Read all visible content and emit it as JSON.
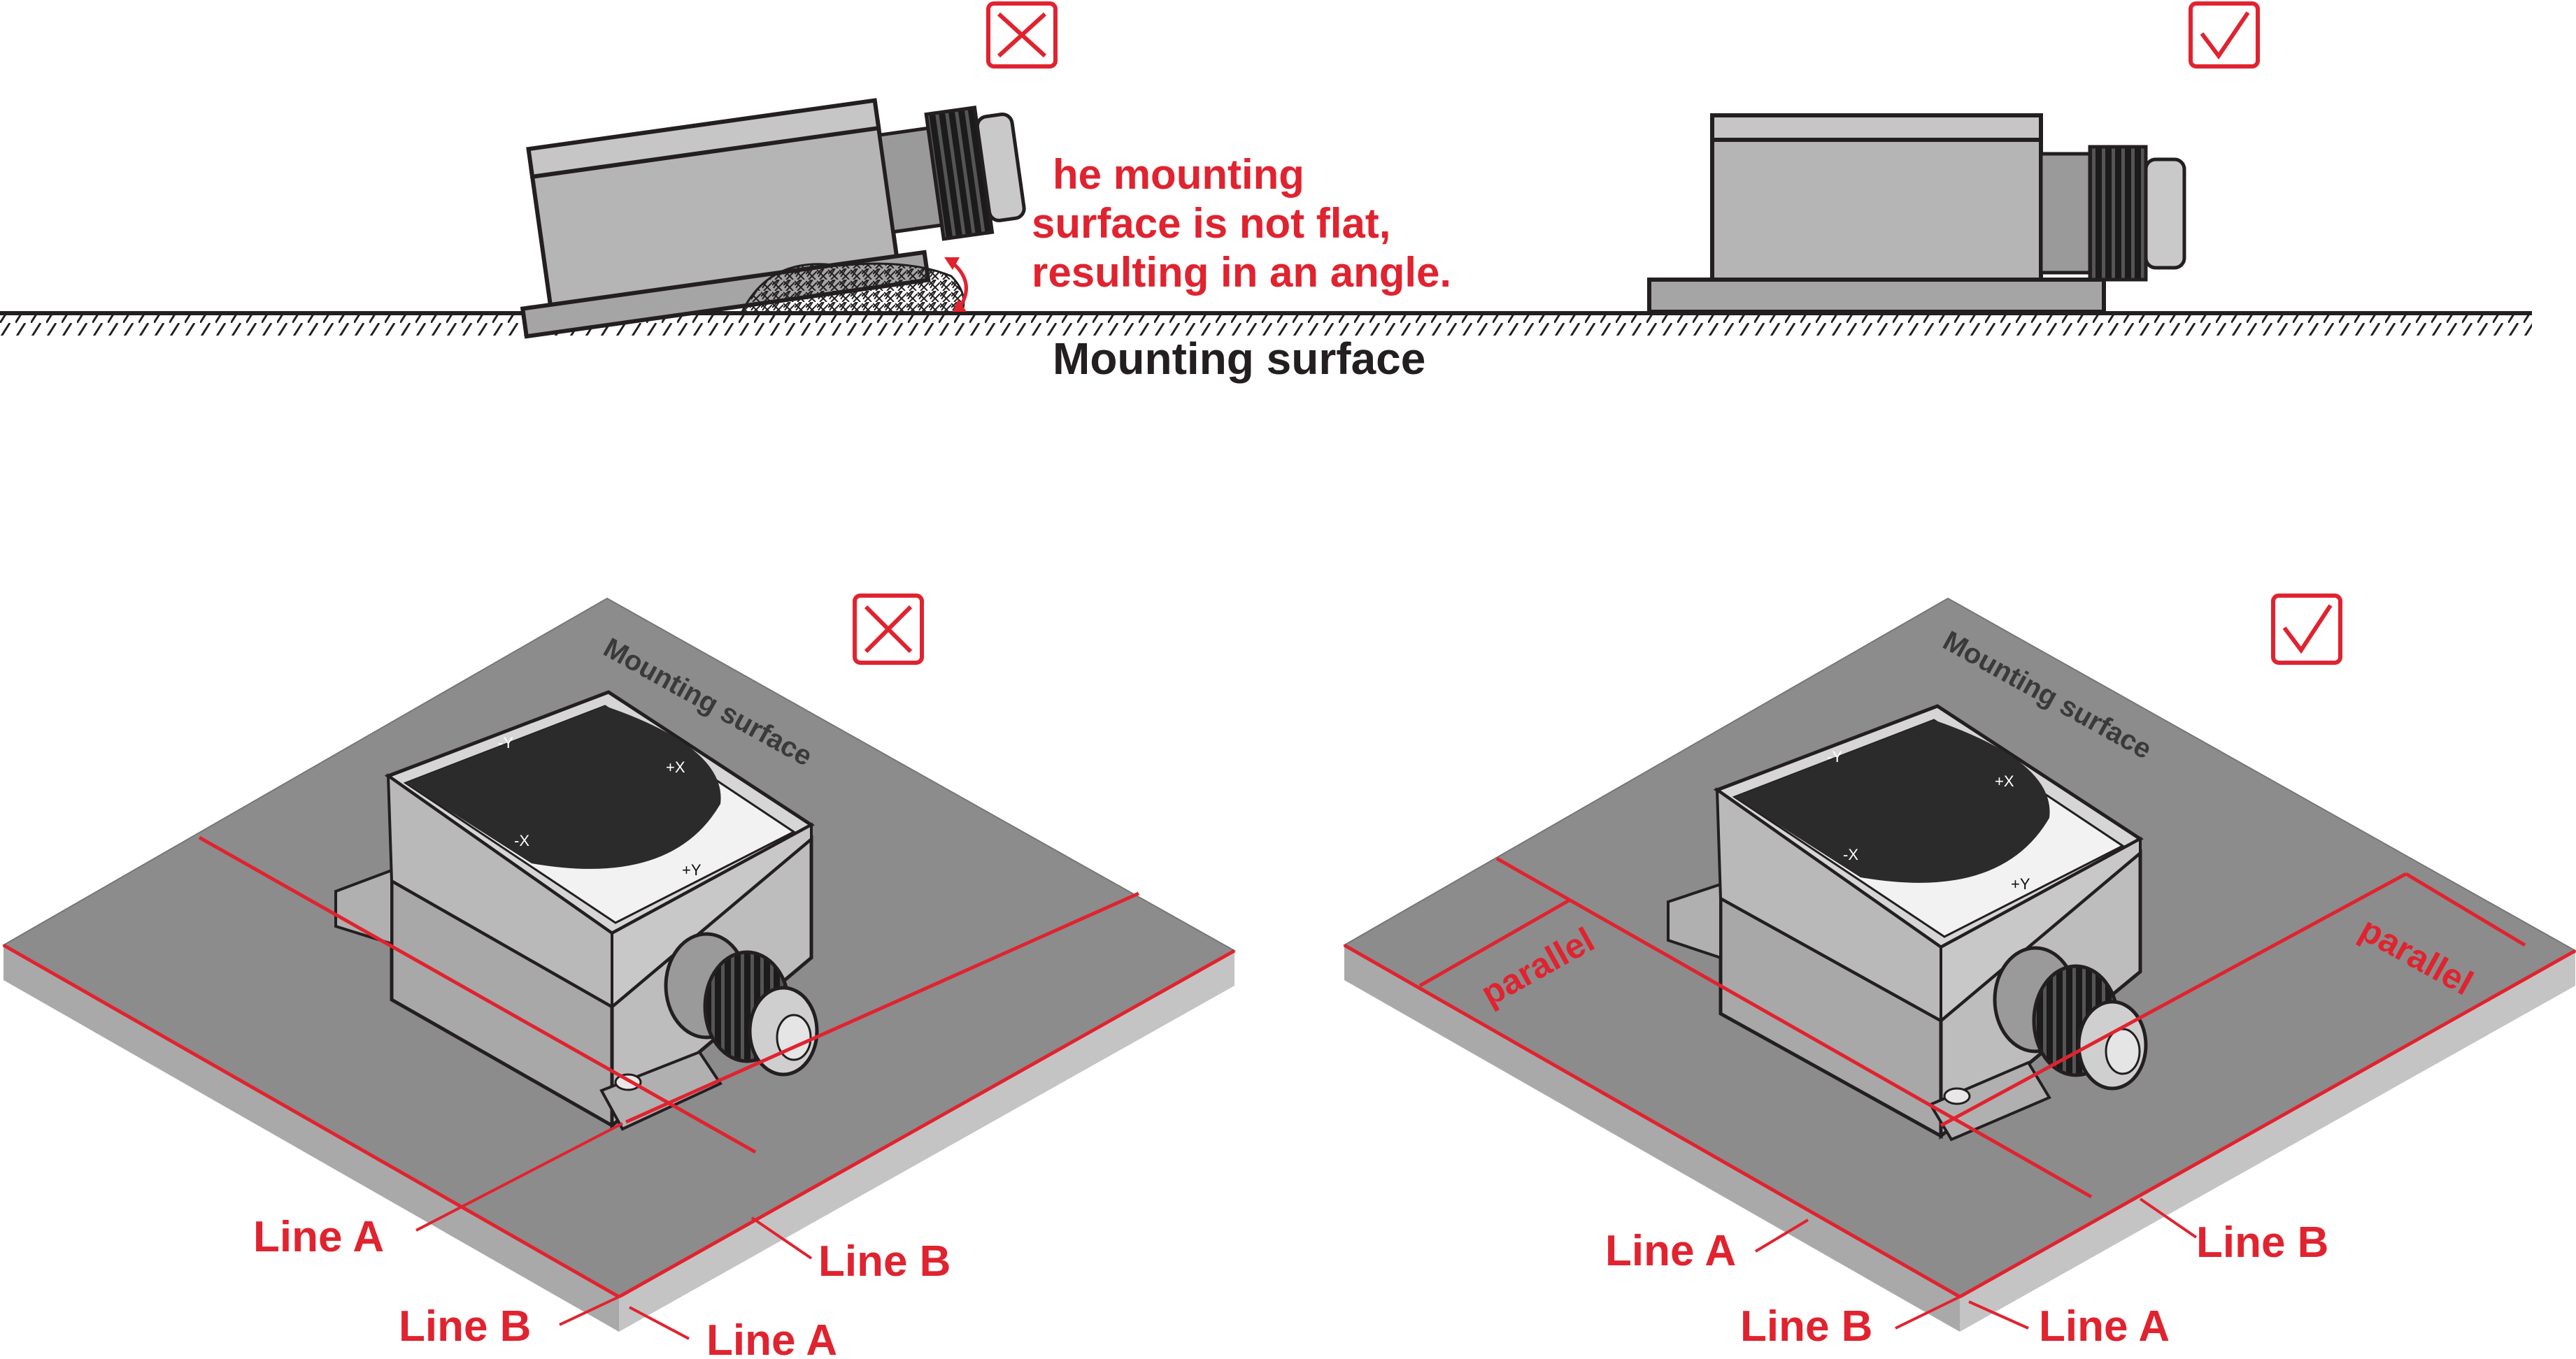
{
  "top_note": {
    "line1": "he mounting",
    "line2": "surface is not flat,",
    "line3": "resulting in an angle."
  },
  "surface_label": "Mounting surface",
  "panels": {
    "left": {
      "surface_text": "Mounting surface",
      "line_a_1": "Line A",
      "line_b_1": "Line B",
      "line_b_2": "Line B",
      "line_a_2": "Line A"
    },
    "right": {
      "surface_text": "Mounting surface",
      "parallel_1": "parallel",
      "parallel_2": "parallel",
      "line_a_1": "Line A",
      "line_b_1": "Line B",
      "line_b_2": "Line B",
      "line_a_2": "Line A"
    }
  },
  "axis_labels": {
    "neg_y": "-Y",
    "pos_x": "+X",
    "neg_x": "-X",
    "pos_y": "+Y"
  },
  "marks": {
    "wrong": "wrong-mark",
    "right": "correct-mark"
  },
  "colors": {
    "accent_red": "#e0232f",
    "surface_gray": "#8c8c8c",
    "device_gray": "#b5b5b5"
  }
}
